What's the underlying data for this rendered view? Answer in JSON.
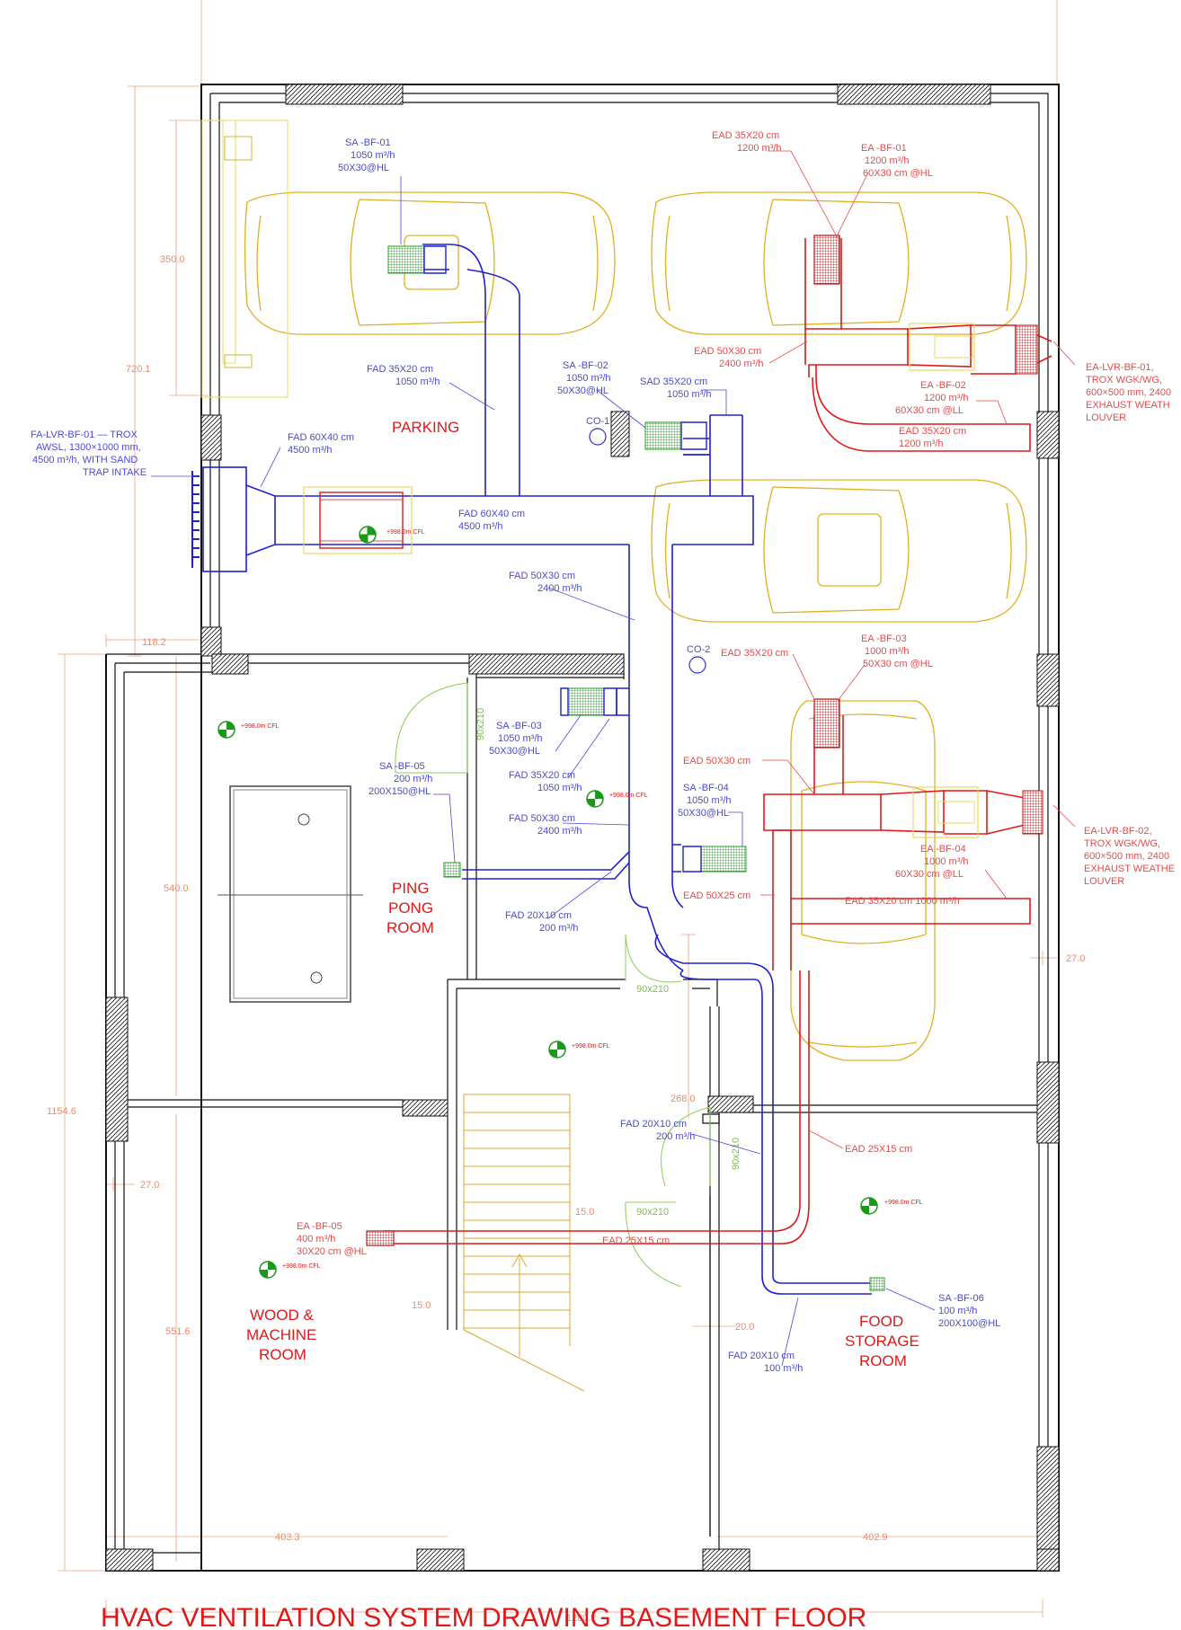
{
  "drawing": {
    "title": "HVAC VENTILATION SYSTEM DRAWING BASEMENT FLOOR"
  },
  "rooms": {
    "parking": "PARKING",
    "ping_pong": [
      "PING",
      "PONG",
      "ROOM"
    ],
    "wood_machine": [
      "WOOD &",
      "MACHINE",
      "ROOM"
    ],
    "food_storage": [
      "FOOD",
      "STORAGE",
      "ROOM"
    ]
  },
  "dimensions": {
    "d350": "350.0",
    "d720": "720.1",
    "d118": "118.2",
    "d540": "540.0",
    "d1154": "1154.6",
    "d27a": "27.0",
    "d27b": "27.0",
    "d551": "551.6",
    "d403": "403.3",
    "d402": "402.9",
    "d1200": "1200.2",
    "d268": "268.0",
    "d15a": "15.0",
    "d15b": "15.0",
    "d20": "20.0"
  },
  "doors": {
    "d1": "90x210",
    "d2": "90x210",
    "d3": "90x210",
    "d4": "90x210"
  },
  "sensors": {
    "co1": "CO-1",
    "co2": "CO-2"
  },
  "levels": {
    "cfl": "+998.0m CFL"
  },
  "supply": {
    "sa_bf_01": [
      "SA -BF-01",
      "1050 m³/h",
      "50X30@HL"
    ],
    "sa_bf_02": [
      "SA -BF-02",
      "1050 m³/h",
      "50X30@HL"
    ],
    "sa_bf_03": [
      "SA -BF-03",
      "1050 m³/h",
      "50X30@HL"
    ],
    "sa_bf_04": [
      "SA -BF-04",
      "1050 m³/h",
      "50X30@HL"
    ],
    "sa_bf_05": [
      "SA -BF-05",
      "200 m³/h",
      "200X150@HL"
    ],
    "sa_bf_06": [
      "SA -BF-06",
      "100 m³/h",
      "200X100@HL"
    ],
    "fad1": [
      "FAD  35X20 cm",
      "1050 m³/h"
    ],
    "sad2": [
      "SAD 35X20 cm",
      "1050 m³/h"
    ],
    "fad_main1": [
      "FAD  60X40 cm",
      "4500 m³/h"
    ],
    "fad_main2": [
      "FAD  60X40 cm",
      "4500 m³/h"
    ],
    "fad_5030a": [
      "FAD  50X30 cm",
      "2400 m³/h"
    ],
    "fad_3520b": [
      "FAD  35X20 cm",
      "1050 m³/h"
    ],
    "fad_5030b": [
      "FAD  50X30 cm",
      "2400 m³/h"
    ],
    "fad_2010a": [
      "FAD  20X10 cm",
      "200 m³/h"
    ],
    "fad_2010b": [
      "FAD  20X10 cm",
      "200 m³/h"
    ],
    "fad_2010c": [
      "FAD  20X10 cm",
      "100 m³/h"
    ],
    "fa_lvr": [
      "FA-LVR-BF-01 — TROX",
      "AWSL, 1300×1000 mm,",
      "4500 m³/h, WITH SAND",
      "TRAP INTAKE"
    ]
  },
  "exhaust": {
    "ead_3520a": [
      "EAD 35X20 cm",
      "1200 m³/h"
    ],
    "ea_bf_01": [
      "EA -BF-01",
      "1200 m³/h",
      "60X30 cm @HL"
    ],
    "ead_5030a": [
      "EAD 50X30 cm",
      "2400 m³/h"
    ],
    "ea_bf_02": [
      "EA -BF-02",
      "1200 m³/h",
      "60X30 cm @LL"
    ],
    "ead_3520b": [
      "EAD 35X20 cm",
      "1200 m³/h"
    ],
    "ea_lvr_01": [
      "EA-LVR-BF-01,",
      "TROX WGK/WG,",
      "600×500 mm, 2400",
      "EXHAUST WEATH",
      "LOUVER"
    ],
    "ead_3520c": "EAD 35X20 cm",
    "ea_bf_03": [
      "EA -BF-03",
      "1000 m³/h",
      "50X30 cm @HL"
    ],
    "ead_5030b": "EAD 50X30 cm",
    "ea_bf_04": [
      "EA -BF-04",
      "1000 m³/h",
      "60X30 cm @LL"
    ],
    "ead_5025": "EAD 50X25 cm",
    "ead_3520d": "EAD 35X20 cm  1000 m³/h",
    "ea_lvr_02": [
      "EA-LVR-BF-02,",
      "TROX WGK/WG,",
      "600×500 mm, 2400",
      "EXHAUST WEATHE",
      "LOUVER"
    ],
    "ead_2515a": "EAD 25X15 cm",
    "ead_2515b": "EAD 25X15 cm",
    "ea_bf_05": [
      "EA -BF-05",
      "400 m³/h",
      "30X20 cm @HL"
    ]
  }
}
